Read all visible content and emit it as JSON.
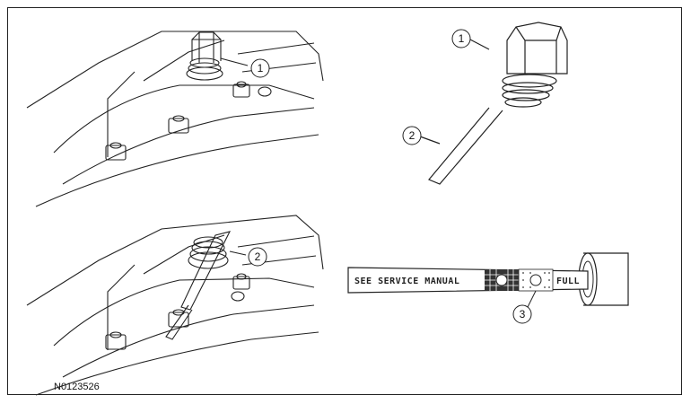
{
  "figure_id": "N0123526",
  "callouts": {
    "top_left": "1",
    "top_right_cap": "1",
    "top_right_stick": "2",
    "bottom_left": "2",
    "bottom_right": "3"
  },
  "dipstick": {
    "text": "SEE SERVICE MANUAL",
    "full_label": "FULL"
  },
  "colors": {
    "line": "#222222",
    "hatch": "#333333"
  }
}
